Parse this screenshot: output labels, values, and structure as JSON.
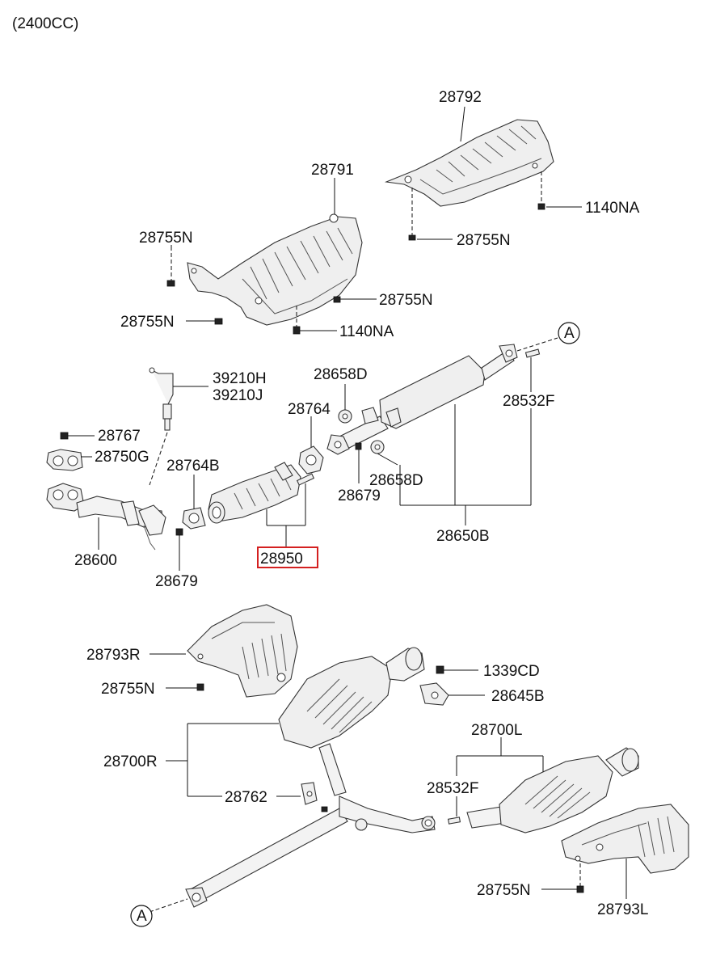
{
  "engine_note": "(2400CC)",
  "highlight_color": "#d42020",
  "labels": {
    "p28792": "28792",
    "p28791": "28791",
    "p28755N_a": "28755N",
    "p1140NA_a": "1140NA",
    "p28755N_b": "28755N",
    "p28755N_c": "28755N",
    "p28755N_d": "28755N",
    "p1140NA_b": "1140NA",
    "p39210H": "39210H",
    "p39210J": "39210J",
    "p28658D_a": "28658D",
    "pA_top": "A",
    "p28764": "28764",
    "p28532F_a": "28532F",
    "p28767": "28767",
    "p28750G": "28750G",
    "p28764B": "28764B",
    "p28658D_b": "28658D",
    "p28679_a": "28679",
    "p28600": "28600",
    "p28950": "28950",
    "p28650B": "28650B",
    "p28679_b": "28679",
    "p28793R": "28793R",
    "p28755N_e": "28755N",
    "p1339CD": "1339CD",
    "p28645B": "28645B",
    "p28700L": "28700L",
    "p28700R": "28700R",
    "p28532F_b": "28532F",
    "p28762": "28762",
    "p28755N_f": "28755N",
    "p28793L": "28793L",
    "pA_bottom": "A"
  }
}
